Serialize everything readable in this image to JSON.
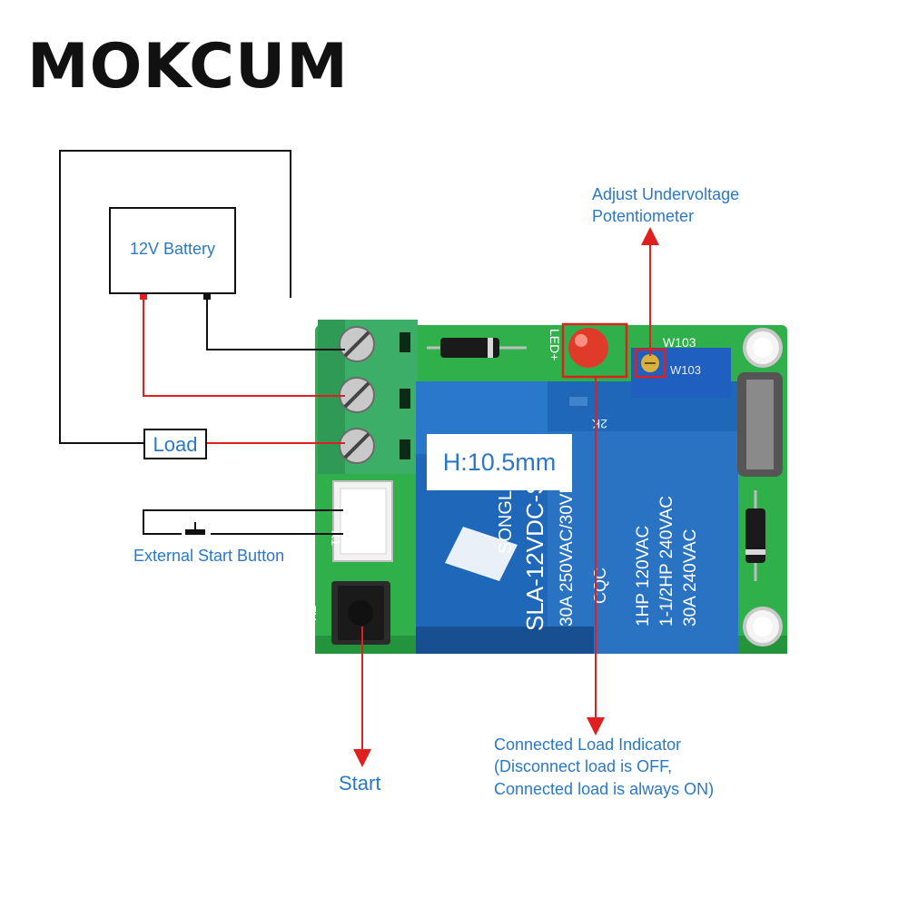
{
  "brand": {
    "logo_text": "MOKCUM"
  },
  "diagram": {
    "battery_label": "12V Battery",
    "load_label": "Load",
    "external_start_label": "External Start Button",
    "start_label": "Start",
    "undervoltage_label_line1": "Adjust Undervoltage",
    "undervoltage_label_line2": "Potentiometer",
    "indicator_line1": "Connected Load Indicator",
    "indicator_line2": "(Disconnect load is OFF,",
    "indicator_line3": "Connected load is always ON)",
    "height_label": "H:10.5mm"
  },
  "board": {
    "relay_model": "SLA-12VDC-SL-A",
    "relay_brand": "SONGLE",
    "relay_rating_1": "30A 250VAC/30VDC",
    "relay_rating_2": "1HP 120VAC",
    "relay_rating_3": "1-1/2HP 240VAC",
    "relay_rating_4": "30A 240VAC",
    "relay_cert": "CQC",
    "led_silk": "LED+",
    "pot_silk": "W103",
    "pot_ref": "W103",
    "resistor_silk": "2K",
    "k1_silk": "K1",
    "k2_silk": "K2"
  },
  "colors": {
    "wire_black": "#111111",
    "wire_red": "#e0201e",
    "pcb_green": "#2fb04a",
    "relay_blue": "#1f67b8",
    "terminal_green": "#3cae68",
    "label_blue": "#2b78c8",
    "highlight_red": "#e0201e"
  }
}
